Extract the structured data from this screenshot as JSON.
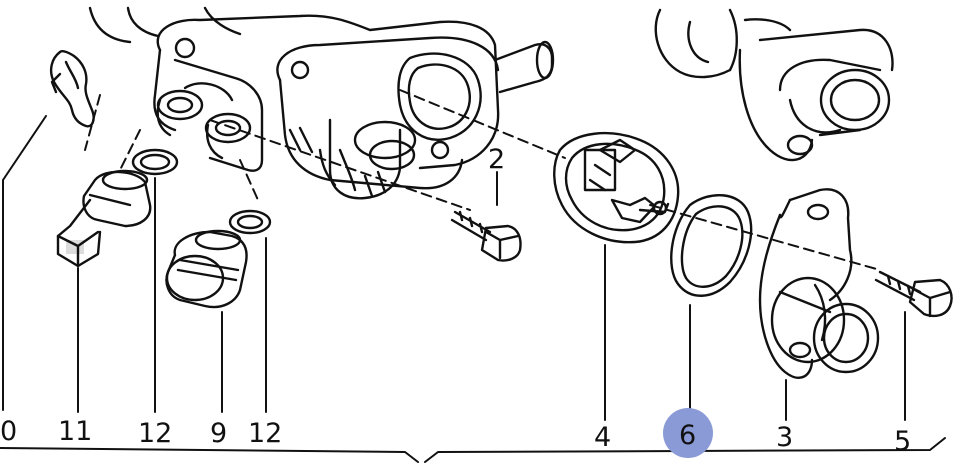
{
  "colors": {
    "ink": "#111111",
    "paper": "#ffffff",
    "highlight": "#8a9ad6"
  },
  "labels": {
    "part_10": "0",
    "part_11": "11",
    "part_12_left": "12",
    "part_9": "9",
    "part_12_right": "12",
    "part_2": "2",
    "part_4": "4",
    "part_6": "6",
    "part_3": "3",
    "part_5": "5"
  },
  "highlighted_part": "6"
}
